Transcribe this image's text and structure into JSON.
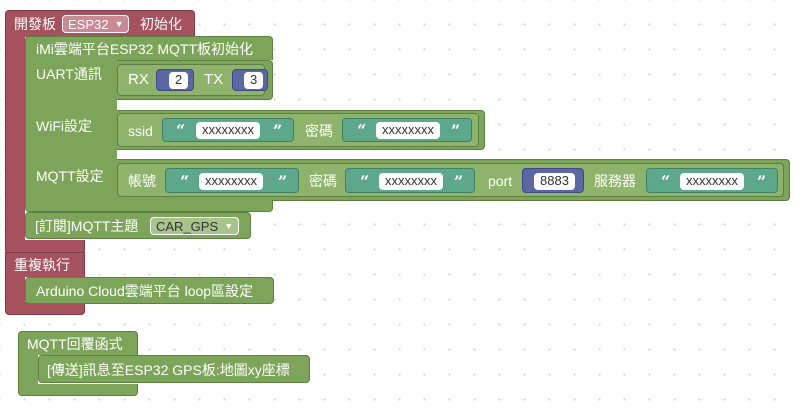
{
  "init": {
    "label": "開發板",
    "board": "ESP32",
    "suffix": "初始化"
  },
  "imi": {
    "title": "iMi雲端平台ESP32 MQTT板初始化",
    "uart_label": "UART通訊",
    "rx_label": "RX",
    "rx_value": "2",
    "tx_label": "TX",
    "tx_value": "3",
    "wifi_label": "WiFi設定",
    "ssid_label": "ssid",
    "ssid_value": "xxxxxxxx",
    "wifi_pw_label": "密碼",
    "wifi_pw_value": "xxxxxxxx",
    "mqtt_label": "MQTT設定",
    "account_label": "帳號",
    "account_value": "xxxxxxxx",
    "mqtt_pw_label": "密碼",
    "mqtt_pw_value": "xxxxxxxx",
    "port_label": "port",
    "port_value": "8883",
    "server_label": "服務器",
    "server_value": "xxxxxxxx",
    "subscribe_label": "[訂閱]MQTT主題",
    "subscribe_topic": "CAR_GPS"
  },
  "loop": {
    "label": "重複執行",
    "cloud_loop": "Arduino Cloud雲端平台 loop區設定"
  },
  "callback": {
    "label": "MQTT回覆函式",
    "send": "[傳送]訊息至ESP32 GPS板:地圖xy座標"
  },
  "colors": {
    "setup_block": "#a5515e",
    "imi_block": "#7da55a",
    "text_block": "#5da88c",
    "number_block": "#5b67a5",
    "background": "#ffffff"
  }
}
